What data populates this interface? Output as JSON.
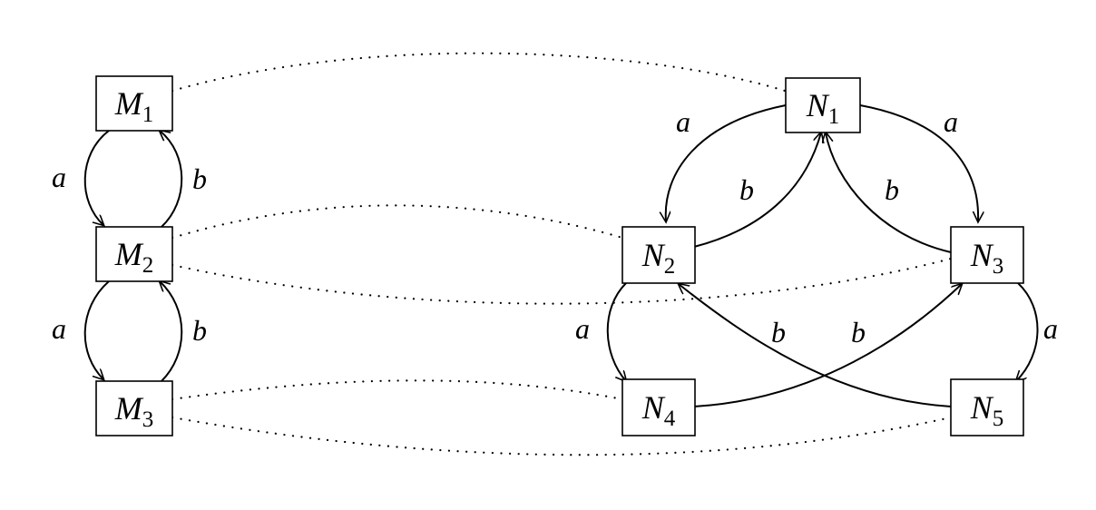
{
  "nodes": {
    "M1": {
      "letter": "M",
      "sub": "1"
    },
    "M2": {
      "letter": "M",
      "sub": "2"
    },
    "M3": {
      "letter": "M",
      "sub": "3"
    },
    "N1": {
      "letter": "N",
      "sub": "1"
    },
    "N2": {
      "letter": "N",
      "sub": "2"
    },
    "N3": {
      "letter": "N",
      "sub": "3"
    },
    "N4": {
      "letter": "N",
      "sub": "4"
    },
    "N5": {
      "letter": "N",
      "sub": "5"
    }
  },
  "edges": {
    "M1_M2": {
      "from": "M1",
      "to": "M2",
      "label": "a"
    },
    "M2_M1": {
      "from": "M2",
      "to": "M1",
      "label": "b"
    },
    "M2_M3": {
      "from": "M2",
      "to": "M3",
      "label": "a"
    },
    "M3_M2": {
      "from": "M3",
      "to": "M2",
      "label": "b"
    },
    "N1_N2": {
      "from": "N1",
      "to": "N2",
      "label": "a"
    },
    "N2_N1": {
      "from": "N2",
      "to": "N1",
      "label": "b"
    },
    "N1_N3": {
      "from": "N1",
      "to": "N3",
      "label": "a"
    },
    "N3_N1": {
      "from": "N3",
      "to": "N1",
      "label": "b"
    },
    "N2_N4": {
      "from": "N2",
      "to": "N4",
      "label": "a"
    },
    "N5_N2": {
      "from": "N5",
      "to": "N2",
      "label": "b"
    },
    "N4_N3": {
      "from": "N4",
      "to": "N3",
      "label": "b"
    },
    "N3_N5": {
      "from": "N3",
      "to": "N5",
      "label": "a"
    }
  },
  "correspondences": [
    {
      "from": "M1",
      "to": "N1"
    },
    {
      "from": "M2",
      "to": "N2"
    },
    {
      "from": "M2",
      "to": "N3"
    },
    {
      "from": "M3",
      "to": "N4"
    },
    {
      "from": "M3",
      "to": "N5"
    }
  ]
}
